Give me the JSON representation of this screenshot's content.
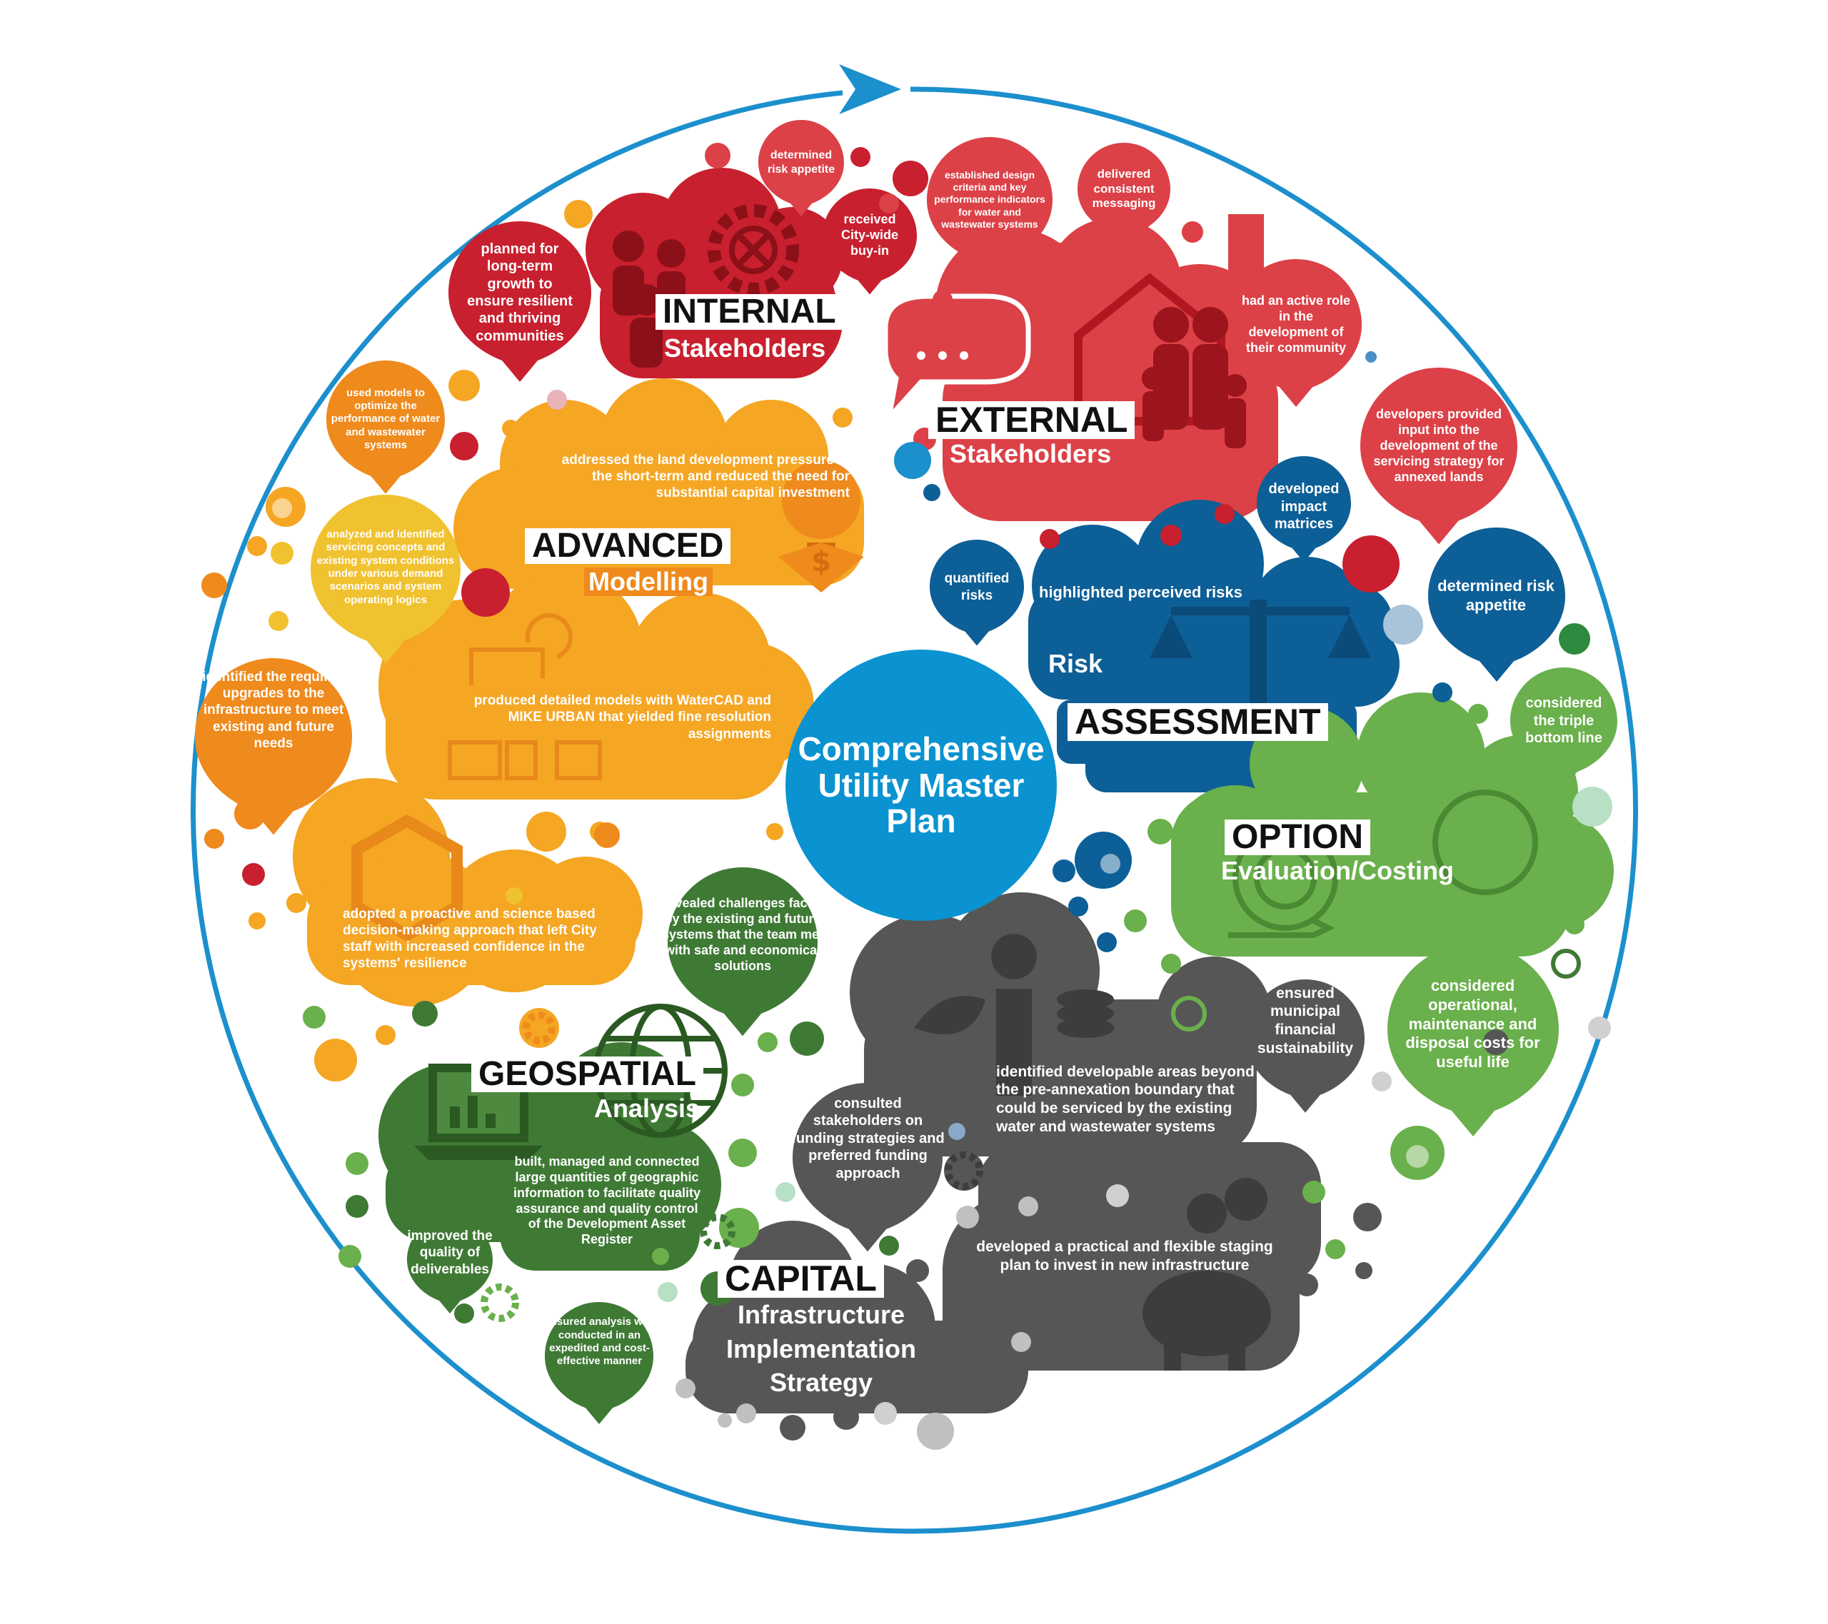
{
  "center": {
    "title": "Comprehensive Utility Master Plan",
    "color": "#0a93d0"
  },
  "colors": {
    "ring": "#1c8fcd",
    "internal": "#c8202e",
    "external": "#dc4147",
    "modelling": "#f5a623",
    "modelling_dark": "#ef8a1c",
    "risk": "#0d5f97",
    "option": "#6ab04c",
    "geospatial": "#3f7a35",
    "capital": "#565656"
  },
  "icons": [
    "cycle-arrow-icon",
    "people-icon",
    "gear-icon",
    "speech-bubble-icon",
    "house-icon",
    "family-icon",
    "lightbulb-icon",
    "dollar-icon",
    "chain-hexagon-icon",
    "computer-monitor-icon",
    "balance-scale-icon",
    "coins-icon",
    "leaf-icon",
    "globe-icon",
    "laptop-chart-icon",
    "piggy-bank-icon",
    "clock-icon",
    "cloud-icon"
  ],
  "sections": {
    "internal": {
      "title": "INTERNAL",
      "subtitle": "Stakeholders"
    },
    "external": {
      "title": "EXTERNAL",
      "subtitle": "Stakeholders"
    },
    "modelling": {
      "title": "ADVANCED",
      "subtitle": "Modelling"
    },
    "risk": {
      "title": "ASSESSMENT",
      "subtitle": "Risk"
    },
    "option": {
      "title": "OPTION",
      "subtitle": "Evaluation/Costing"
    },
    "geospatial": {
      "title": "GEOSPATIAL",
      "subtitle": "Analysis"
    },
    "capital": {
      "title": "CAPITAL",
      "subtitle": "Infrastructure Implementation Strategy"
    }
  },
  "bubbles": {
    "planned": "planned for long-term growth to ensure resilient and thriving communities",
    "determined_risk": "determined risk appetite",
    "received": "received City-wide buy-in",
    "established": "established design criteria and key performance indicators for water and wastewater systems",
    "delivered": "delivered consistent messaging",
    "active_role": "had an active role in the development of their community",
    "developers": "developers provided input into the development of the servicing strategy for annexed lands",
    "used_models": "used models to optimize the performance of water and wastewater systems",
    "addressed": "addressed the land development pressure in the short-term and reduced the need for substantial capital investment",
    "analyzed": "analyzed and identified servicing concepts and existing system conditions under various demand scenarios and system operating logics",
    "developed_impact": "developed impact matrices",
    "quantified": "quantified risks",
    "highlighted": "highlighted perceived risks",
    "determined_risk2": "determined risk appetite",
    "identified_upgrades": "identified the required upgrades to the infrastructure to meet existing and future needs",
    "produced": "produced detailed models with WaterCAD and MIKE URBAN that yielded fine resolution assignments",
    "triple": "considered the triple bottom line",
    "adopted": "adopted a proactive and science based decision-making approach that left City staff with increased confidence in the systems' resilience",
    "revealed": "revealed challenges faced by the existing and future systems that the team met with safe and economical solutions",
    "ensured_fin": "ensured municipal financial sustainability",
    "considered_op": "considered operational, maintenance and disposal costs for useful life",
    "identified_dev": "identified developable areas beyond the pre-annexation boundary that could be serviced by the existing water and wastewater systems",
    "consulted": "consulted stakeholders on funding strategies and preferred funding approach",
    "built": "built, managed and connected large quantities of geographic information to facilitate quality assurance and quality control of the Development Asset Register",
    "improved": "improved the quality of deliverables",
    "staging": "developed a practical and flexible staging plan to invest in new infrastructure",
    "ensured_analysis": "ensured analysis was conducted in an expedited and cost-effective manner"
  }
}
